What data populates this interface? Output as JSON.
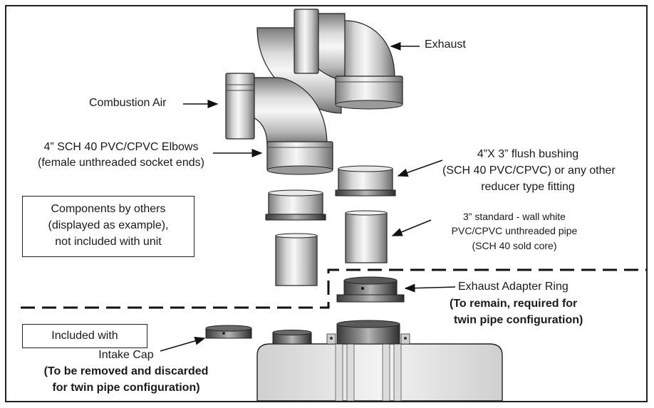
{
  "labels": {
    "exhaust": "Exhaust",
    "combustion_air": "Combustion Air",
    "elbows_line1": "4” SCH 40 PVC/CPVC Elbows",
    "elbows_line2": "(female unthreaded socket ends)",
    "bushing_line1": "4”X 3” flush bushing",
    "bushing_line2": "(SCH 40 PVC/CPVC) or any other",
    "bushing_line3": "reducer type fitting",
    "pipe_line1": "3” standard - wall white",
    "pipe_line2": "PVC/CPVC unthreaded pipe",
    "pipe_line3": "(SCH 40 sold core)",
    "adapter_title": "Exhaust Adapter Ring",
    "adapter_note1": "(To remain, required for",
    "adapter_note2": "twin pipe configuration)",
    "intake_title": "Intake Cap",
    "intake_note1": "(To be removed and discarded",
    "intake_note2": "for twin pipe configuration)"
  },
  "boxes": {
    "others_line1": "Components by others",
    "others_line2": "(displayed as example),",
    "others_line3": "not included with unit",
    "included": "Included with"
  },
  "colors": {
    "pipe_light": "#f4f4f4",
    "pipe_mid": "#bdbdbd",
    "pipe_dark": "#6a6a6a",
    "outline": "#222222"
  }
}
